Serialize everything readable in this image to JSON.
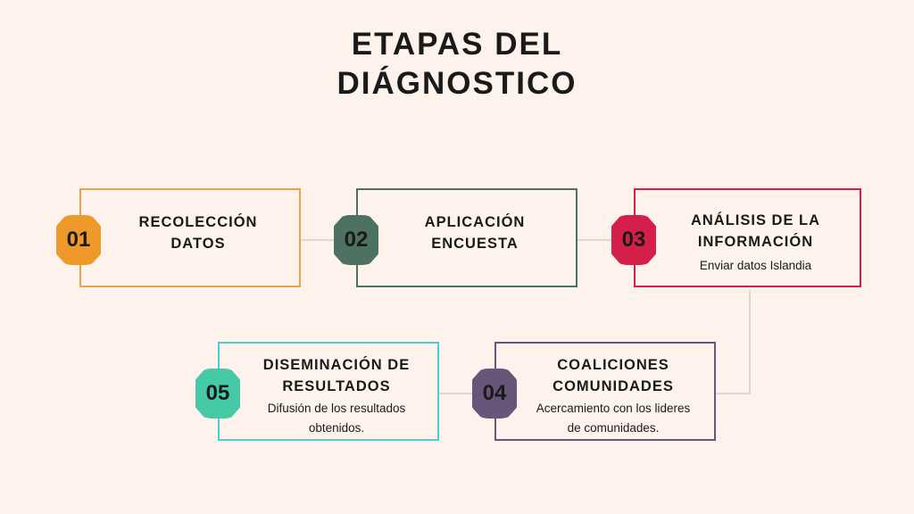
{
  "title": [
    "ETAPAS DEL",
    "DIÁGNOSTICO"
  ],
  "steps": [
    {
      "num": "01",
      "heading": "RECOLECCIÓN DATOS",
      "desc": "",
      "color": "#ee9a2a",
      "border": "#e9a24a"
    },
    {
      "num": "02",
      "heading": "APLICACIÓN ENCUESTA",
      "desc": "",
      "color": "#4d7262",
      "border": "#4d7262"
    },
    {
      "num": "03",
      "heading": "ANÁLISIS DE LA INFORMACIÓN",
      "desc": "Enviar datos Islandia",
      "color": "#d41f4a",
      "border": "#d41f4a"
    },
    {
      "num": "04",
      "heading": "COALICIONES COMUNIDADES",
      "desc": "Acercamiento con los lideres de comunidades.",
      "color": "#6a557a",
      "border": "#6a557a"
    },
    {
      "num": "05",
      "heading": "DISEMINACIÓN DE RESULTADOS",
      "desc": "Difusión de los resultados obtenidos.",
      "color": "#45c9a6",
      "border": "#4ecdcc"
    }
  ]
}
